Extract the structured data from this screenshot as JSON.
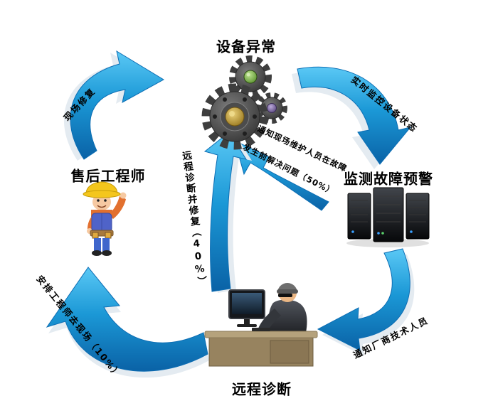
{
  "diagram": {
    "nodes": {
      "equipment_abnormal": "设备异常",
      "monitor_warning": "监测故障预警",
      "remote_diagnosis": "远程诊断",
      "after_sales_engineer": "售后工程师"
    },
    "edges": {
      "realtime_monitor": "实时监控设备状态",
      "notify_vendor": "通知厂商技术人员",
      "arrange_engineer": "安排工程师去现场（10%）",
      "onsite_repair": "现场修复",
      "remote_fix": "远程诊断并修复（40%）",
      "notify_onsite_line1": "通知现场维护人员在故障",
      "notify_onsite_line2": "发生前解决问题（50%）"
    },
    "colors": {
      "arrow_blue_light": "#5ac8f5",
      "arrow_blue_dark": "#0a62a6",
      "text": "#000000",
      "gear_gold": "#c8a440",
      "gear_green": "#6fae3a",
      "gear_purple": "#6d5694",
      "helmet_yellow": "#f4c61c"
    }
  }
}
